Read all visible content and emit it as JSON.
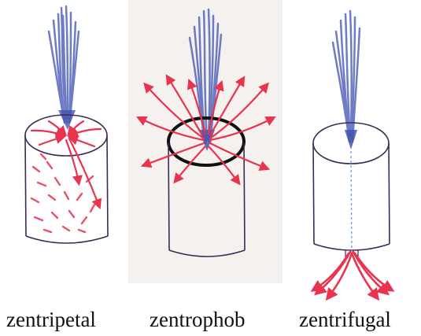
{
  "panels": [
    {
      "caption": "zentripetal"
    },
    {
      "caption": "zentrophob"
    },
    {
      "caption": "zentrifugal"
    }
  ],
  "colors": {
    "water": "#5566bb",
    "arrows": "#e8344e",
    "outline": "#3a2a55",
    "paper_tint": "#f4f1ee"
  }
}
